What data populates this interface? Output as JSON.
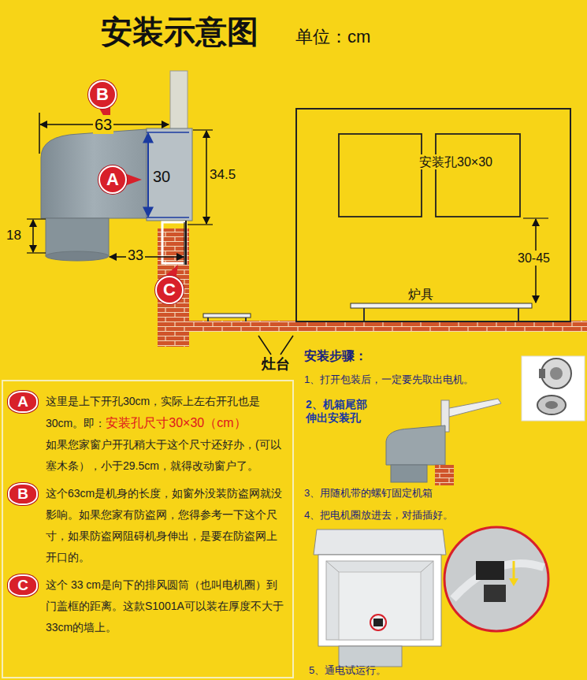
{
  "diagram": {
    "title": "安装示意图",
    "nodes": [
      {
        "text": [
          "B"
        ]
      },
      {
        "text": [
          "A"
        ]
      },
      {
        "text": [
          "C"
        ]
      },
      {
        "text": [
          "这里是上下开孔30cm，实际上左右开孔也是30cm。即：",
          "安装孔尺寸30×30（cm）",
          "如果您家窗户开孔稍大于这个尺寸还好办，(可以塞木条），小于29.5cm，就得改动窗户了。",
          "这个63cm是机身的长度，如窗外没装防盗网就没影响。如果您家有防盗网，您得参考一下这个尺寸，如果防盗网阻碍机身伸出，是要在防盗网上开口的。",
          "这个 33 cm是向下的排风圆筒（也叫电机圈）到门盖框的距离。这款S1001A可以装在厚度不大于33cm的墙上。"
        ]
      },
      {
        "text": [
          "A"
        ],
        "in": 3
      },
      {
        "text": [
          "B"
        ],
        "in": 3
      },
      {
        "text": [
          "C"
        ],
        "in": 3
      }
    ],
    "labels": [
      "单位：cm",
      "63",
      "30",
      "34.5",
      "18",
      "33",
      "安装孔30×30",
      "30-45",
      "炉具",
      "灶台",
      "安装步骤：",
      "1、打开包装后，一定要先取出电机。",
      "2、机箱尾部 伸出安装孔",
      "3、用随机带的螺钉固定机箱",
      "4、把电机圈放进去，对插插好。",
      "5、通电试运行。"
    ]
  }
}
